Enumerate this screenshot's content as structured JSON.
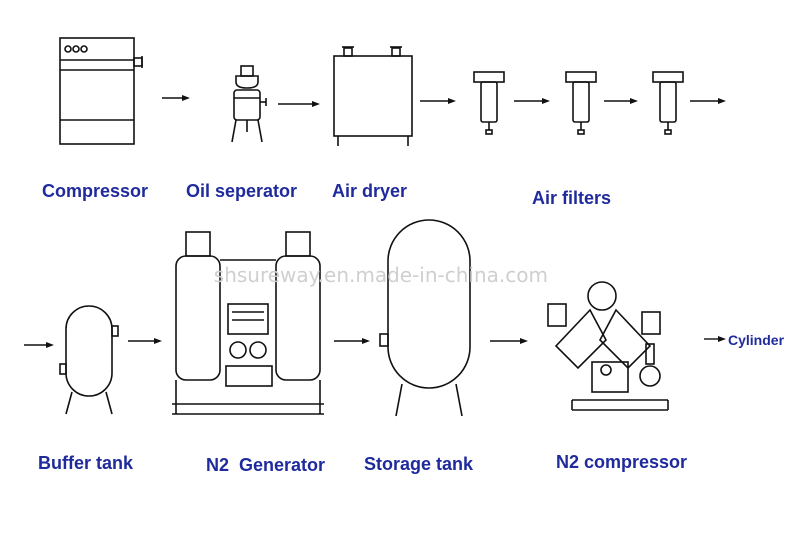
{
  "labels": {
    "compressor": "Compressor",
    "oil_separator": "Oil seperator",
    "air_dryer": "Air dryer",
    "air_filters": "Air filters",
    "buffer_tank": "Buffer tank",
    "n2_generator": "N2  Generator",
    "storage_tank": "Storage tank",
    "n2_compressor": "N2 compressor",
    "cylinder": "Cylinder"
  },
  "watermark": "shsureway.en.made-in-china.com",
  "colors": {
    "label": "#1f2a9c",
    "line": "#111111",
    "watermark": "#cfcfcf"
  }
}
